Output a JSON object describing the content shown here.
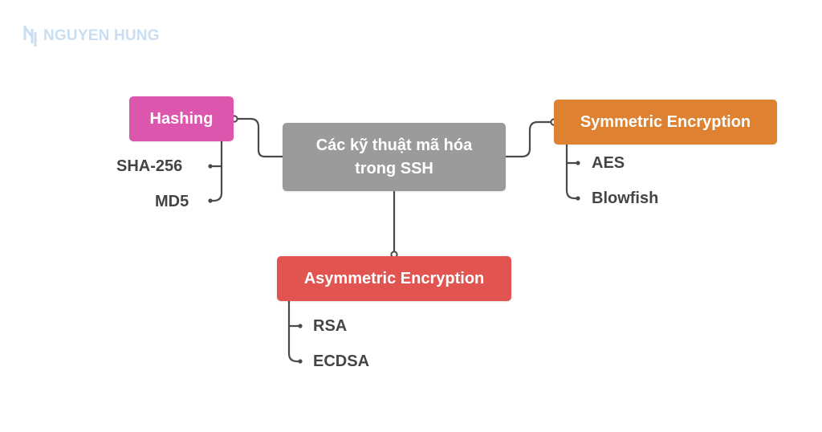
{
  "watermark": {
    "text": "NGUYEN HUNG",
    "icon": "nh-logo-icon",
    "color": "#c9def3"
  },
  "mindmap": {
    "center": {
      "line1": "Các kỹ thuật mã hóa",
      "line2": "trong SSH",
      "color": "#9b9b9b"
    },
    "branches": [
      {
        "label": "Hashing",
        "color": "#dd56ad",
        "children": [
          "SHA-256",
          "MD5"
        ]
      },
      {
        "label": "Symmetric Encryption",
        "color": "#de8130",
        "children": [
          "AES",
          "Blowfish"
        ]
      },
      {
        "label": "Asymmetric Encryption",
        "color": "#e1544f",
        "children": [
          "RSA",
          "ECDSA"
        ]
      }
    ],
    "connector_color": "#4a4a4a"
  }
}
